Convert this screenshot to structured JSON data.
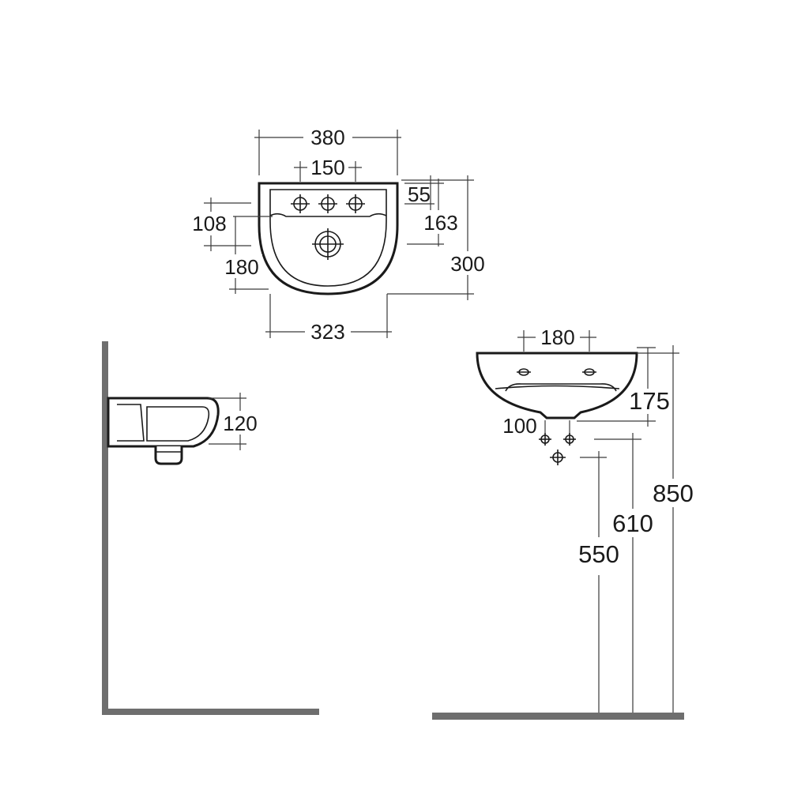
{
  "plan_view": {
    "overall_width": "380",
    "tap_hole_spacing": "150",
    "rear_to_tap_holes": "55",
    "rear_to_waste": "163",
    "overall_depth": "300",
    "side_inset": "108",
    "waste_to_front": "180",
    "bowl_width": "323"
  },
  "side_view": {
    "basin_height": "120"
  },
  "front_view": {
    "fixing_spacing": "180",
    "bracket_to_waste": "175",
    "waste_outlet_spacing": "100",
    "rim_height_from_floor": "850",
    "supply_height_from_floor": "610",
    "waste_height_from_floor": "550"
  }
}
